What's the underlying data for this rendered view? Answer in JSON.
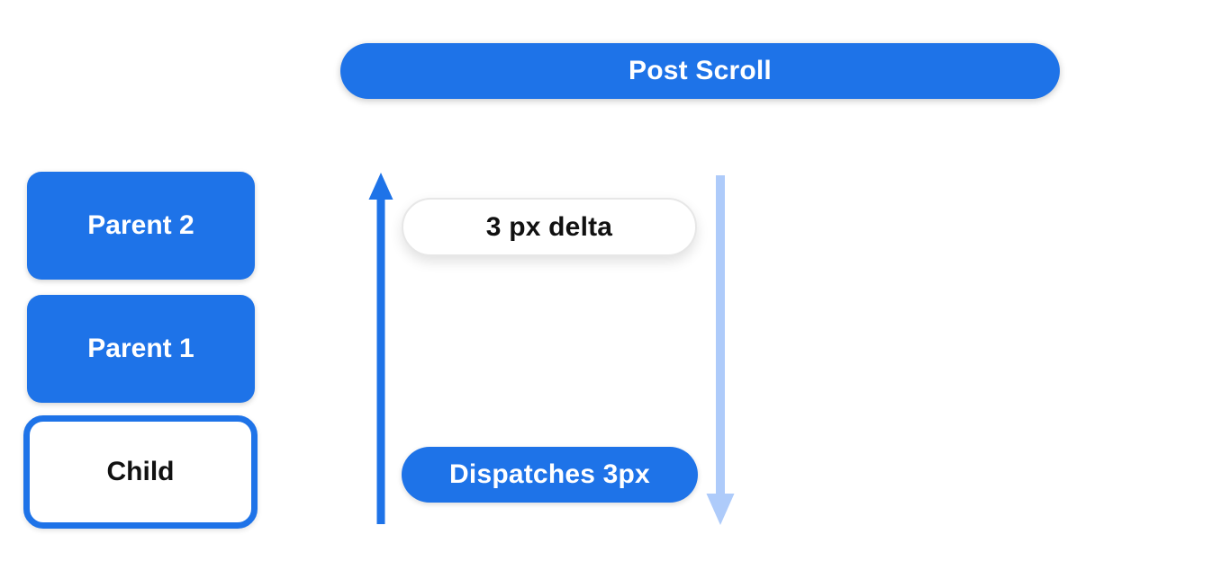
{
  "diagram": {
    "title": "Post Scroll",
    "nodes": {
      "parent2": "Parent 2",
      "parent1": "Parent 1",
      "child": "Child"
    },
    "labels": {
      "delta": "3 px delta",
      "dispatch": "Dispatches 3px"
    },
    "icons": {
      "up": "arrow-up-icon",
      "down": "arrow-down-icon"
    }
  },
  "colors": {
    "primary-blue": "#1e73e8",
    "light-blue": "#aecbfa",
    "text-dark": "#111111",
    "pill-border": "#e7e7e7",
    "background": "#ffffff"
  }
}
